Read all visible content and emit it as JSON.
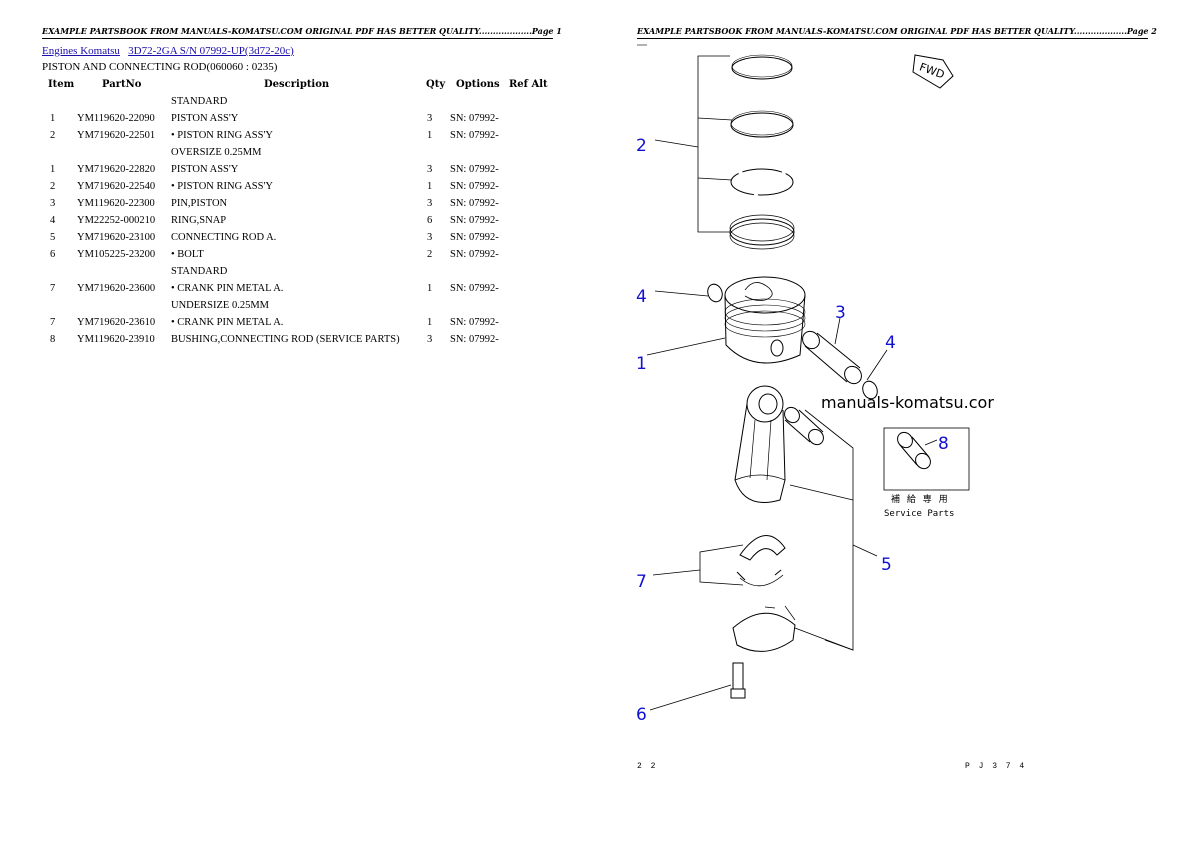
{
  "page1": {
    "header": "EXAMPLE PARTSBOOK FROM MANUALS-KOMATSU.COM ORIGINAL PDF HAS BETTER QUALITY...................Page 1",
    "breadcrumb": {
      "link1": "Engines Komatsu",
      "link2": "3D72-2GA S/N 07992-UP(3d72-20c)"
    },
    "title": "PISTON AND CONNECTING ROD(060060 : 0235)",
    "table": {
      "headers": [
        "Item",
        "PartNo",
        "Description",
        "Qty",
        "Options",
        "Ref Alt"
      ],
      "rows": [
        {
          "item": "",
          "part": "",
          "desc": "STANDARD",
          "qty": "",
          "opt": ""
        },
        {
          "item": "1",
          "part": "YM119620-22090",
          "desc": "PISTON ASS'Y",
          "qty": "3",
          "opt": "SN: 07992-"
        },
        {
          "item": "2",
          "part": "YM719620-22501",
          "desc": "• PISTON RING ASS'Y",
          "qty": "1",
          "opt": "SN: 07992-"
        },
        {
          "item": "",
          "part": "",
          "desc": "OVERSIZE 0.25MM",
          "qty": "",
          "opt": ""
        },
        {
          "item": "1",
          "part": "YM719620-22820",
          "desc": "PISTON ASS'Y",
          "qty": "3",
          "opt": "SN: 07992-"
        },
        {
          "item": "2",
          "part": "YM719620-22540",
          "desc": "• PISTON RING ASS'Y",
          "qty": "1",
          "opt": "SN: 07992-"
        },
        {
          "item": "3",
          "part": "YM119620-22300",
          "desc": "PIN,PISTON",
          "qty": "3",
          "opt": "SN: 07992-"
        },
        {
          "item": "4",
          "part": "YM22252-000210",
          "desc": "RING,SNAP",
          "qty": "6",
          "opt": "SN: 07992-"
        },
        {
          "item": "5",
          "part": "YM719620-23100",
          "desc": "CONNECTING ROD A.",
          "qty": "3",
          "opt": "SN: 07992-"
        },
        {
          "item": "6",
          "part": "YM105225-23200",
          "desc": "• BOLT",
          "qty": "2",
          "opt": "SN: 07992-"
        },
        {
          "item": "",
          "part": "",
          "desc": "STANDARD",
          "qty": "",
          "opt": ""
        },
        {
          "item": "7",
          "part": "YM719620-23600",
          "desc": "• CRANK PIN METAL A.",
          "qty": "1",
          "opt": "SN: 07992-"
        },
        {
          "item": "",
          "part": "",
          "desc": "UNDERSIZE 0.25MM",
          "qty": "",
          "opt": ""
        },
        {
          "item": "7",
          "part": "YM719620-23610",
          "desc": "• CRANK PIN METAL A.",
          "qty": "1",
          "opt": "SN: 07992-"
        },
        {
          "item": "8",
          "part": "YM119620-23910",
          "desc": "BUSHING,CONNECTING ROD (SERVICE PARTS)",
          "qty": "3",
          "opt": "SN: 07992-"
        }
      ]
    }
  },
  "page2": {
    "header": "EXAMPLE PARTSBOOK FROM MANUALS-KOMATSU.COM ORIGINAL PDF HAS BETTER QUALITY...................Page 2",
    "watermark": "manuals-komatsu.cor",
    "callouts": [
      "2",
      "4",
      "3",
      "4",
      "1",
      "8",
      "5",
      "7",
      "6"
    ],
    "fwd_label": "FWD",
    "service_jp": "補 給 専 用",
    "service_en": "Service Parts",
    "footer_left": "2 2",
    "footer_right": "P J 3 7 4"
  },
  "colors": {
    "link": "#1a0dab",
    "callout": "#1010d0"
  }
}
